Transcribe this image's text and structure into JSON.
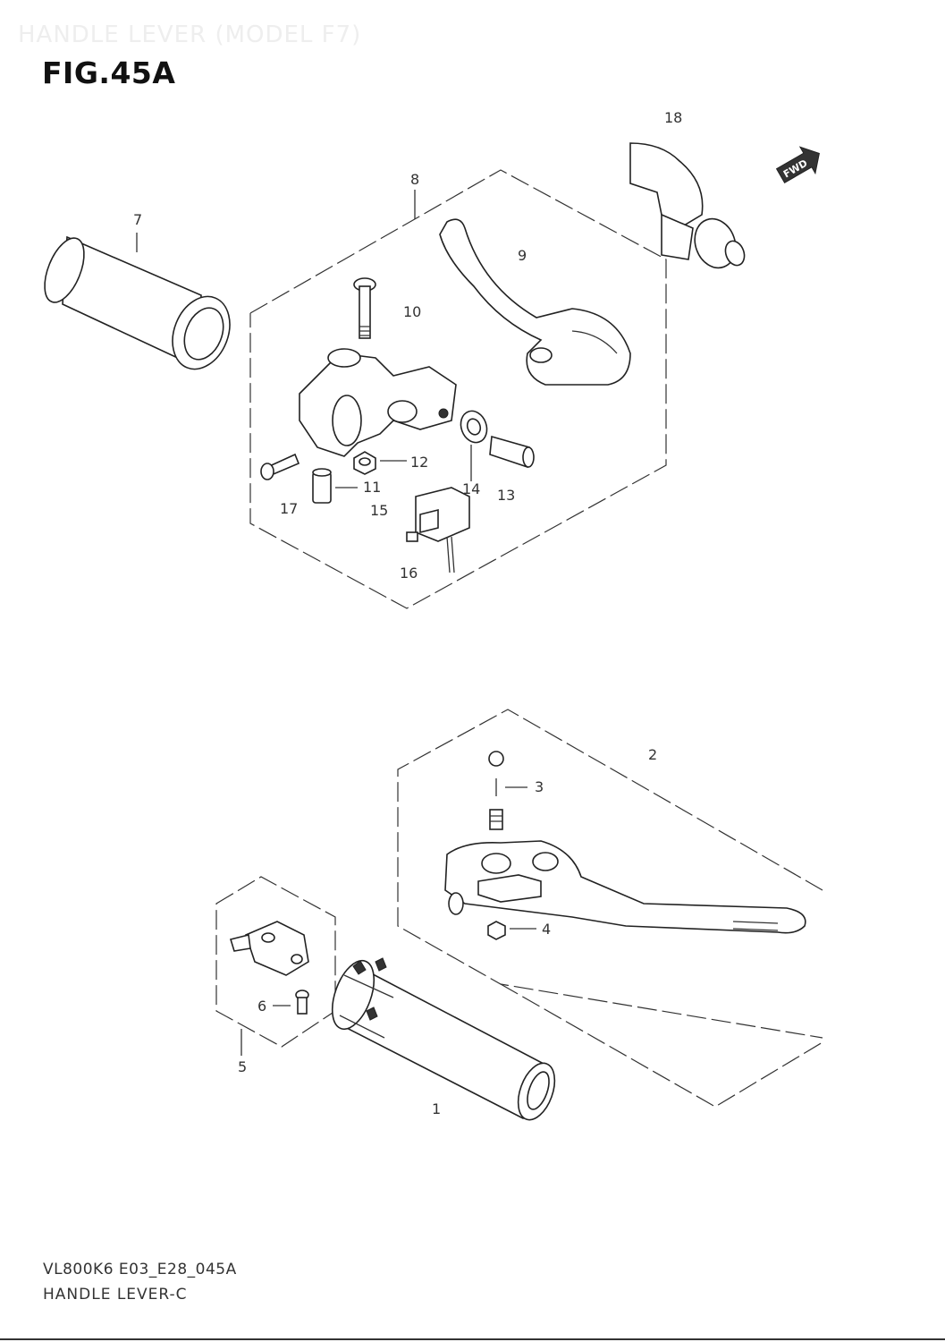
{
  "header": {
    "watermark": "HANDLE LEVER (MODEL F7)",
    "figure": "FIG.45A"
  },
  "fwd_badge": "FWD",
  "callouts": {
    "c1": "1",
    "c2": "2",
    "c3": "3",
    "c4": "4",
    "c5": "5",
    "c6": "6",
    "c7": "7",
    "c8": "8",
    "c9": "9",
    "c10": "10",
    "c11": "11",
    "c12": "12",
    "c13": "13",
    "c14": "14",
    "c15": "15",
    "c16": "16",
    "c17": "17",
    "c18": "18"
  },
  "footer": {
    "code": "VL800K6 E03_E28_045A",
    "name": "HANDLE LEVER-C"
  }
}
